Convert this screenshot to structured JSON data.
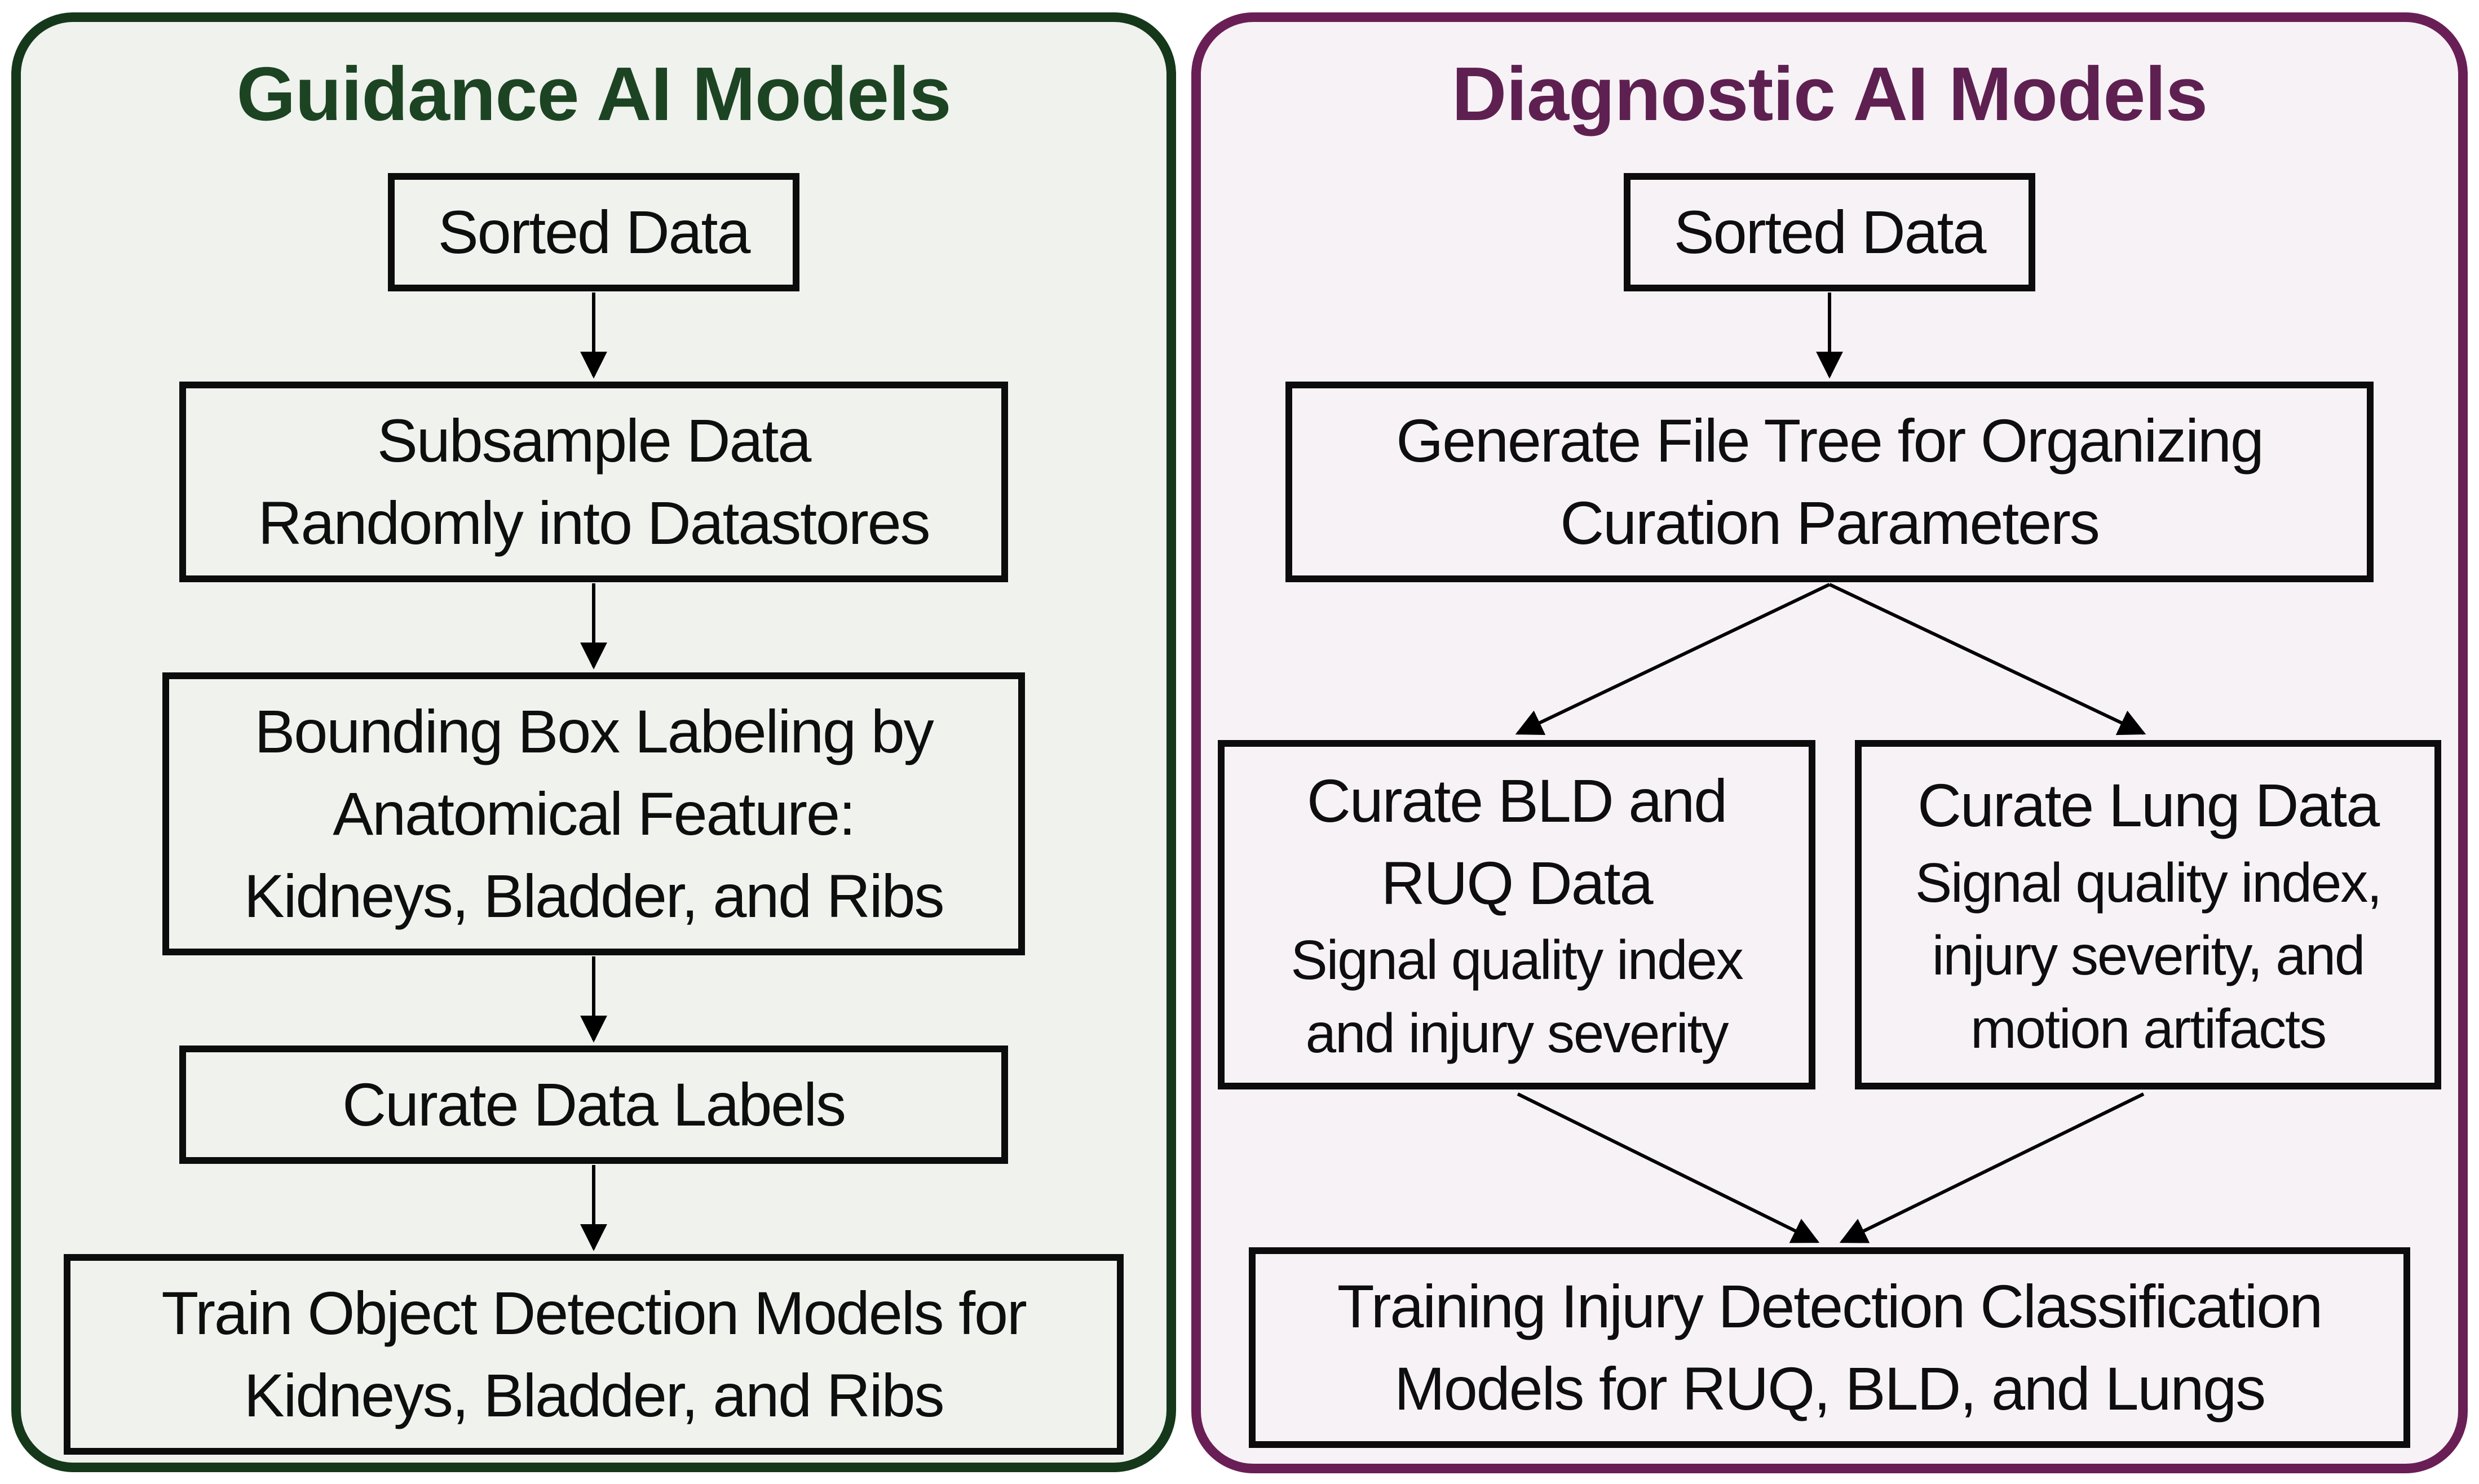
{
  "colors": {
    "page-bg": "#ffffff",
    "left-border": "#15381b",
    "left-bg": "#f0f2ee",
    "left-title": "#1c4422",
    "right-border": "#691f55",
    "right-bg": "#f7f2f6",
    "right-title": "#5e2051",
    "box-border": "#0c0c0c",
    "text": "#0e0e0e",
    "arrow": "#000000"
  },
  "left_panel": {
    "title": "Guidance AI Models",
    "nodes": [
      {
        "name": "sorted-data",
        "text": "Sorted Data"
      },
      {
        "name": "subsample-data",
        "text": "Subsample Data\nRandomly into Datastores"
      },
      {
        "name": "bounding-box-labeling",
        "text": "Bounding Box Labeling by\nAnatomical Feature:\nKidneys, Bladder, and Ribs"
      },
      {
        "name": "curate-data-labels",
        "text": "Curate Data Labels"
      },
      {
        "name": "train-object-detection",
        "text": "Train Object Detection Models for\nKidneys, Bladder, and Ribs"
      }
    ]
  },
  "right_panel": {
    "title": "Diagnostic AI Models",
    "nodes": [
      {
        "name": "sorted-data",
        "text": "Sorted Data"
      },
      {
        "name": "generate-file-tree",
        "text": "Generate File Tree for Organizing\nCuration Parameters"
      },
      {
        "name": "curate-bld-ruq",
        "heading": "Curate BLD and\nRUQ Data",
        "body": "Signal quality index\nand injury severity"
      },
      {
        "name": "curate-lung",
        "heading": "Curate Lung Data",
        "body": "Signal quality index,\ninjury severity, and\nmotion artifacts"
      },
      {
        "name": "training-injury-detection",
        "text": "Training Injury Detection Classification\nModels for RUQ, BLD, and Lungs"
      }
    ]
  }
}
